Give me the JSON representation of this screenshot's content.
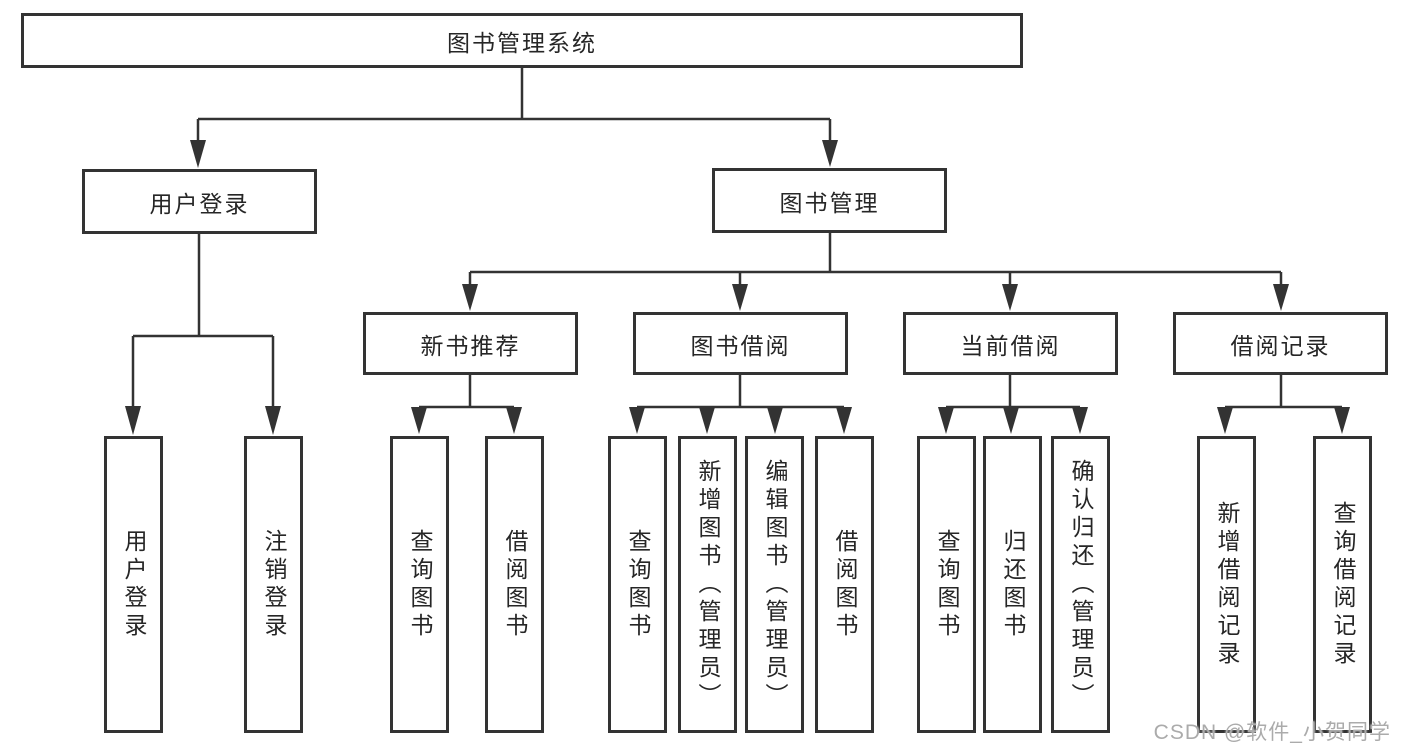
{
  "diagram": {
    "root": "图书管理系统",
    "branches": {
      "user": "用户登录",
      "manage": "图书管理"
    },
    "modules": {
      "recommend": "新书推荐",
      "borrow": "图书借阅",
      "current": "当前借阅",
      "record": "借阅记录"
    },
    "leaves": {
      "user": [
        "用户登录",
        "注销登录"
      ],
      "recommend": [
        "查询图书",
        "借阅图书"
      ],
      "borrow": [
        "查询图书",
        "新增图书（管理员）",
        "编辑图书（管理员）",
        "借阅图书"
      ],
      "current": [
        "查询图书",
        "归还图书",
        "确认归还（管理员）"
      ],
      "record": [
        "新增借阅记录",
        "查询借阅记录"
      ]
    }
  },
  "watermark": "CSDN @软件_小贺同学",
  "colors": {
    "line": "#333333",
    "box_border": "#333333",
    "text": "#262626",
    "watermark": "#ababab",
    "background": "#ffffff"
  }
}
